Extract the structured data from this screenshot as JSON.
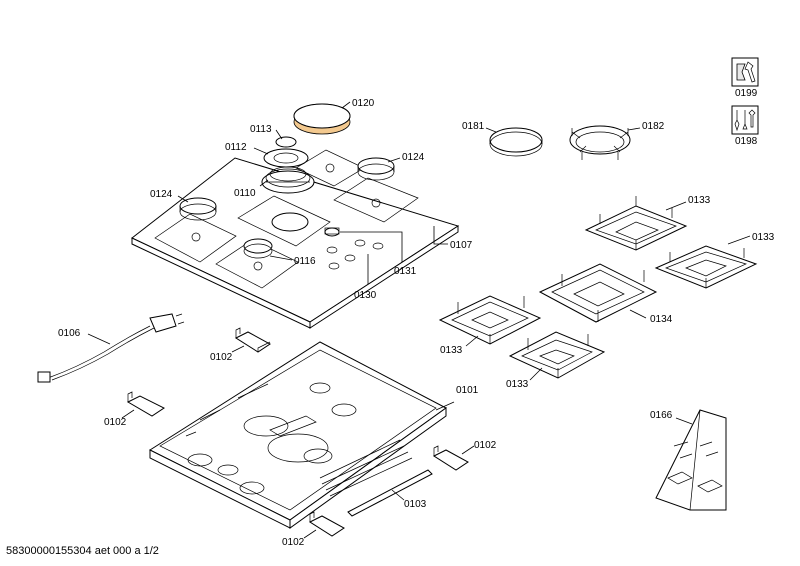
{
  "footer_text": "58300000155304 aet 000 a 1/2",
  "labels": {
    "p0120": "0120",
    "p0113": "0113",
    "p0112": "0112",
    "p0124a": "0124",
    "p0124b": "0124",
    "p0110": "0110",
    "p0107": "0107",
    "p0116": "0116",
    "p0131": "0131",
    "p0130": "0130",
    "p0181": "0181",
    "p0182": "0182",
    "p0199": "0199",
    "p0198": "0198",
    "p0133a": "0133",
    "p0133b": "0133",
    "p0133c": "0133",
    "p0133d": "0133",
    "p0134": "0134",
    "p0106": "0106",
    "p0102a": "0102",
    "p0102b": "0102",
    "p0102c": "0102",
    "p0102d": "0102",
    "p0101": "0101",
    "p0103": "0103",
    "p0166": "0166"
  },
  "icons": {
    "service_icon": "wrench-plug-icon",
    "tools_icon": "screwdriver-set-icon"
  }
}
